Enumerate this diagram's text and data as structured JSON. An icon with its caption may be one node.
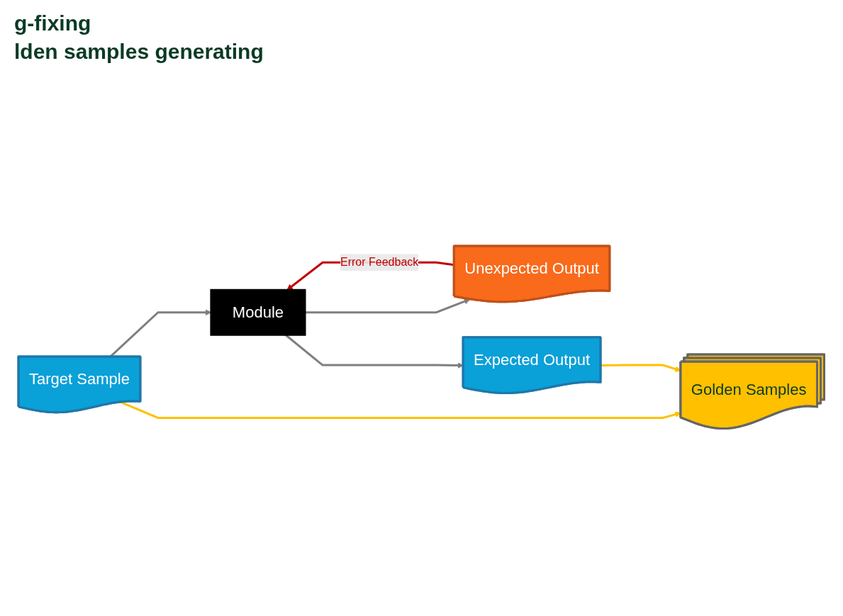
{
  "diagram": {
    "nodes": [
      {
        "text": [
          "Target Sample"
        ]
      },
      {
        "text": [
          "Module"
        ]
      },
      {
        "text": [
          "Unexpected Output"
        ]
      },
      {
        "text": [
          "Expected Output"
        ]
      },
      {
        "text": [
          "Golden Samples"
        ]
      }
    ],
    "edges": [
      {
        "from": 0,
        "to": 1,
        "arrow": "to"
      },
      {
        "from": 1,
        "to": 2,
        "arrow": "to"
      },
      {
        "from": 1,
        "to": 3,
        "arrow": "to"
      },
      {
        "from": 2,
        "to": 1,
        "arrow": "to",
        "label": "Error Feedback",
        "color": "#c00000"
      },
      {
        "from": 0,
        "to": 4,
        "arrow": "to",
        "color": "#ffc000"
      },
      {
        "from": 3,
        "to": 4,
        "arrow": "to",
        "color": "#ffc000"
      }
    ],
    "labels": [
      "g-fixing",
      "lden samples generating"
    ]
  }
}
